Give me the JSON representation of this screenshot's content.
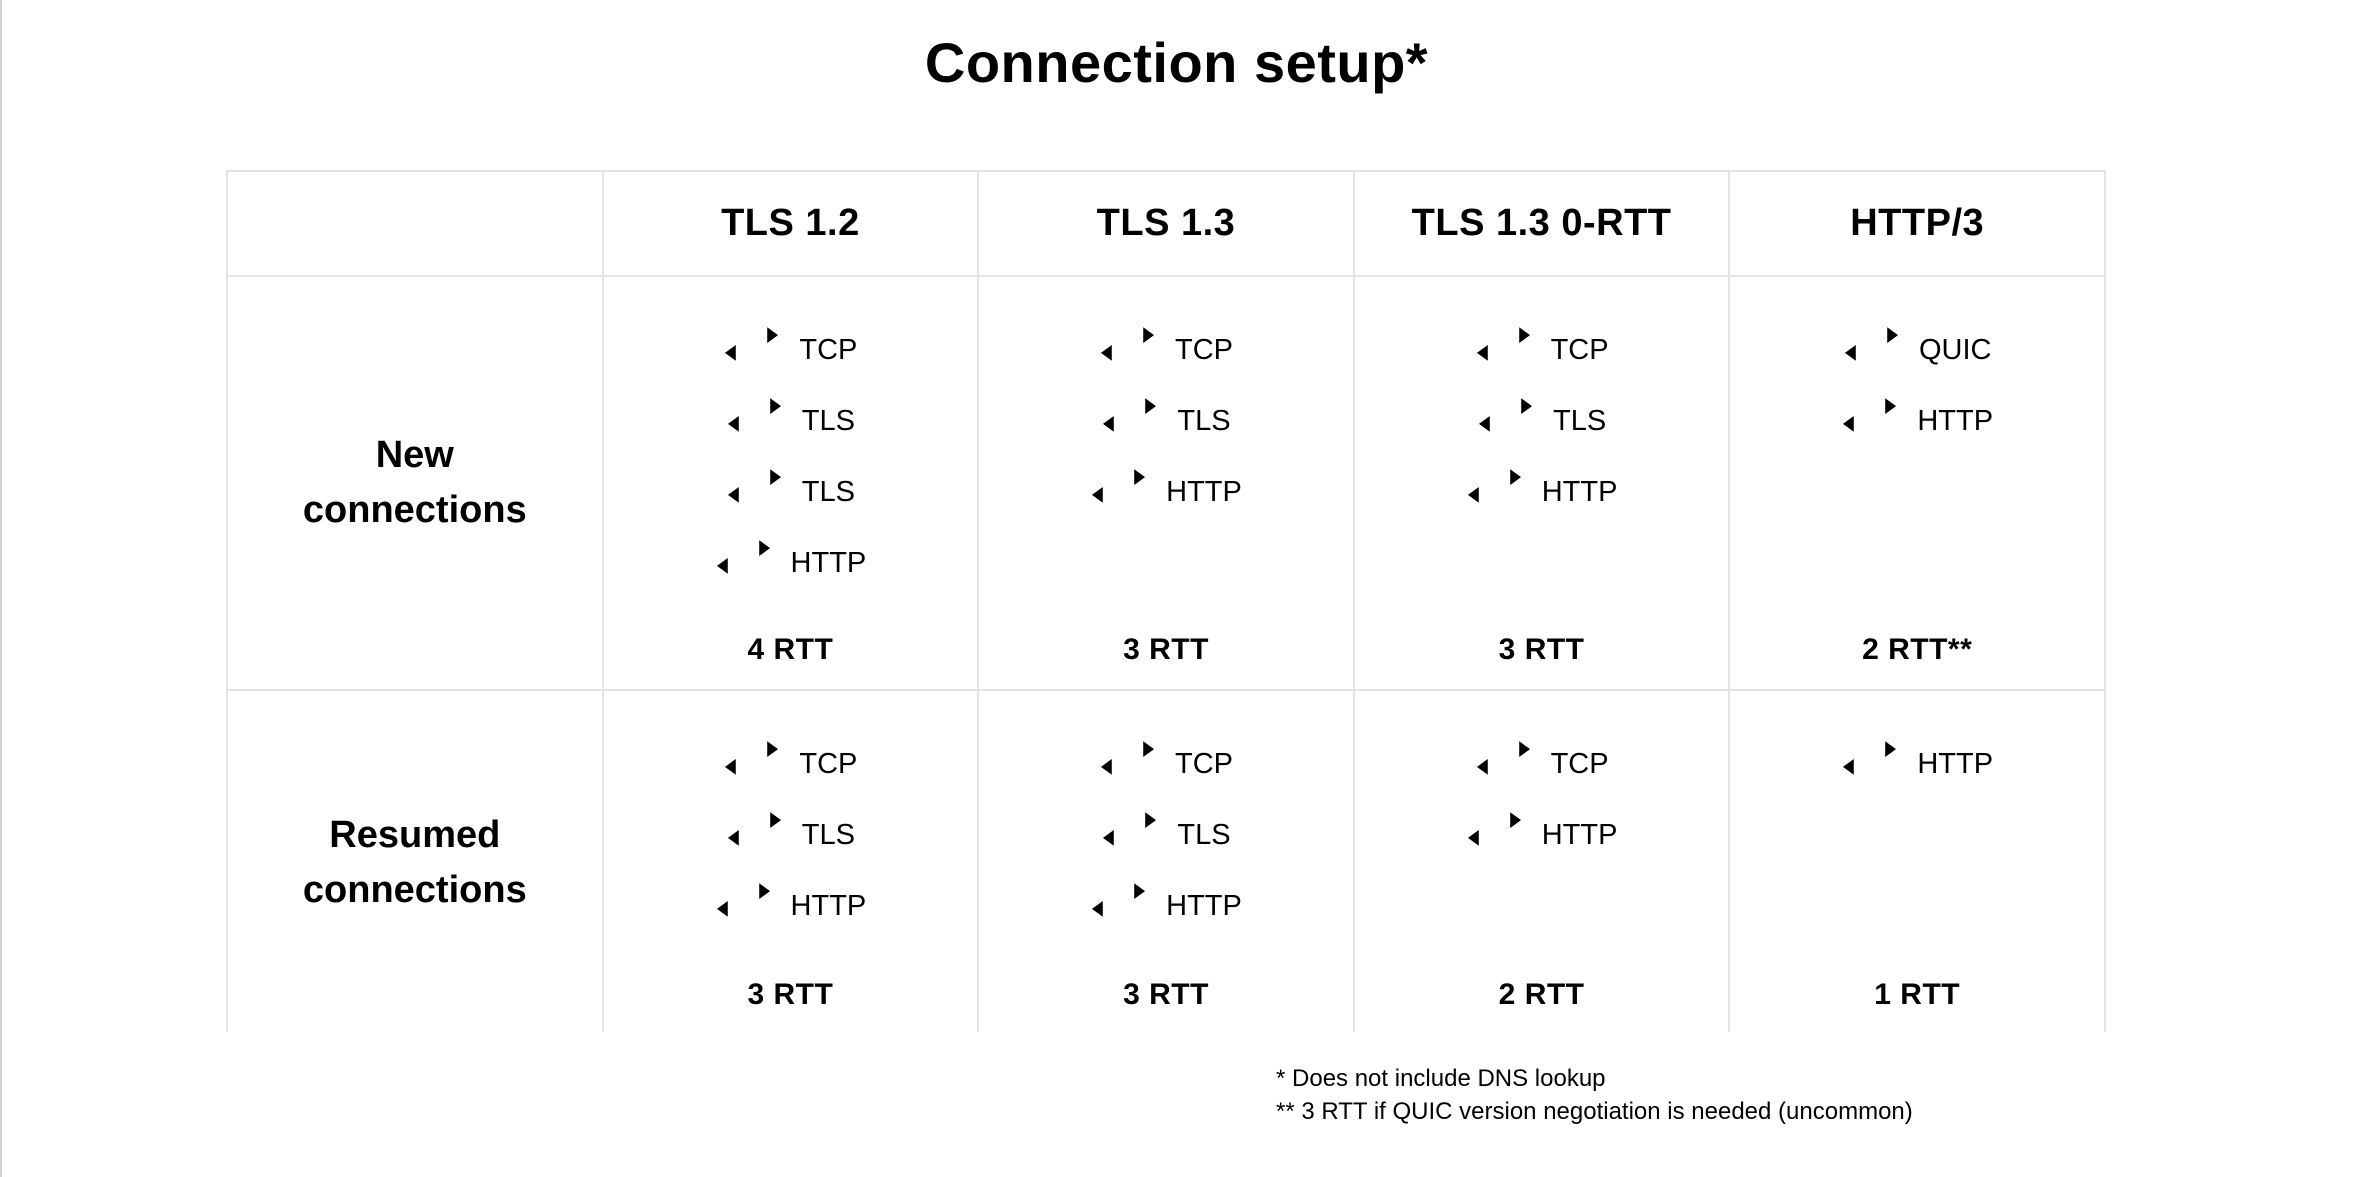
{
  "title": "Connection setup*",
  "table": {
    "columns": [
      "TLS 1.2",
      "TLS 1.3",
      "TLS 1.3 0-RTT",
      "HTTP/3"
    ],
    "rows": [
      {
        "label_lines": [
          "New",
          "connections"
        ],
        "cells": [
          {
            "steps": [
              "TCP",
              "TLS",
              "TLS",
              "HTTP"
            ],
            "rtt": "4 RTT"
          },
          {
            "steps": [
              "TCP",
              "TLS",
              "HTTP"
            ],
            "rtt": "3 RTT"
          },
          {
            "steps": [
              "TCP",
              "TLS",
              "HTTP"
            ],
            "rtt": "3 RTT"
          },
          {
            "steps": [
              "QUIC",
              "HTTP"
            ],
            "rtt": "2 RTT**"
          }
        ]
      },
      {
        "label_lines": [
          "Resumed",
          "connections"
        ],
        "cells": [
          {
            "steps": [
              "TCP",
              "TLS",
              "HTTP"
            ],
            "rtt": "3 RTT"
          },
          {
            "steps": [
              "TCP",
              "TLS",
              "HTTP"
            ],
            "rtt": "3 RTT"
          },
          {
            "steps": [
              "TCP",
              "HTTP"
            ],
            "rtt": "2 RTT"
          },
          {
            "steps": [
              "HTTP"
            ],
            "rtt": "1 RTT"
          }
        ]
      }
    ]
  },
  "footnotes": [
    "* Does not include DNS lookup",
    "** 3 RTT if QUIC version negotiation is needed (uncommon)"
  ]
}
